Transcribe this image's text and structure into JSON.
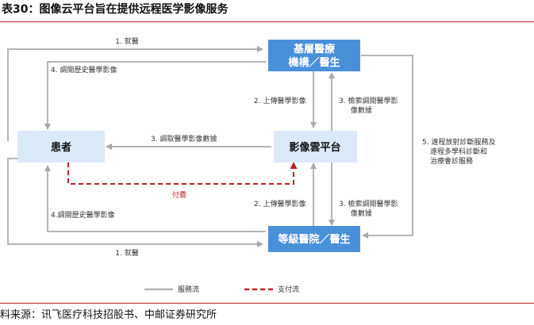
{
  "title": "表30：图像云平台旨在提供远程医学影像服务",
  "source": "料来源：讯飞医疗科技招股书、中邮证券研究所",
  "colors": {
    "accent_red": "#b22222",
    "node_blue": "#4a90d9",
    "node_light": "#dce9f7",
    "flow_gray": "#b5b5b5",
    "pay_red": "#c0202a"
  },
  "nodes": {
    "hospital_top_line1": "基層醫療",
    "hospital_top_line2": "機構／醫生",
    "cloud": "影像雲平台",
    "patient": "患者",
    "hospital_bottom": "等級醫院／醫生"
  },
  "edges": {
    "visit_top": "1. 就醫",
    "history_top": "4. 調閱歷史醫學影像",
    "upload_top": "2. 上傳醫學影像",
    "retrieve_top_line1": "3. 檢索調閱醫學影",
    "retrieve_top_line2": "像數據",
    "fetch_patient": "3. 調取醫學影像數據",
    "remote_line1": "5. 遠程放射診斷服務及",
    "remote_line2": "遠程多學科診斷和",
    "remote_line3": "治療會診服務",
    "payment": "付費",
    "upload_bottom": "2. 上傳醫學影像",
    "retrieve_bottom_line1": "3. 檢索調閱醫學影",
    "retrieve_bottom_line2": "像數據",
    "history_bottom": "4.調閱歷史醫學影像",
    "visit_bottom": "1. 就醫"
  },
  "legend": {
    "service_flow": "服務流",
    "payment_flow": "支付流"
  }
}
